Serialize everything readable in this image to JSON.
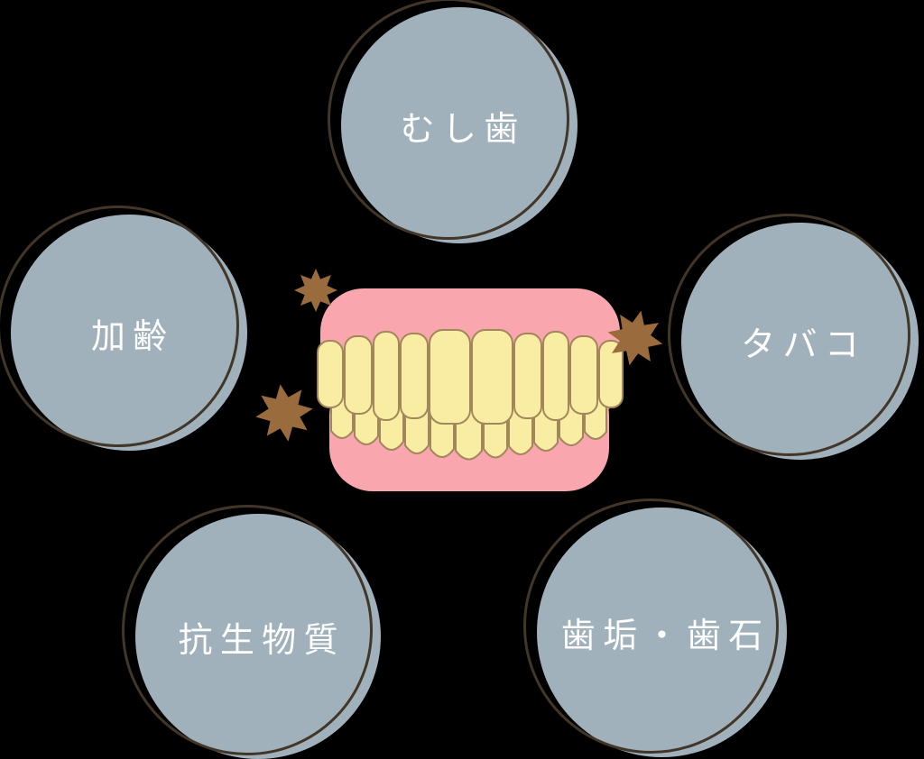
{
  "diagram": {
    "name": "tooth-discoloration-causes",
    "circles": [
      {
        "position": "top",
        "label": "むし歯"
      },
      {
        "position": "left",
        "label": "加齢"
      },
      {
        "position": "right",
        "label": "タバコ"
      },
      {
        "position": "bottom-left",
        "label": "抗生物質"
      },
      {
        "position": "bottom-right",
        "label": "歯垢・歯石"
      }
    ],
    "center_illustration": "stained-teeth-with-gums",
    "stain_star_count": 3
  },
  "colors": {
    "background": "#000000",
    "circle-fill": "#A0B1BC",
    "ring": "#413627",
    "label": "#FFFFFF",
    "gum": "#F9A6AE",
    "tooth": "#F8EDA2",
    "tooth-outline": "#A1875B",
    "star": "#9A6B3C"
  }
}
